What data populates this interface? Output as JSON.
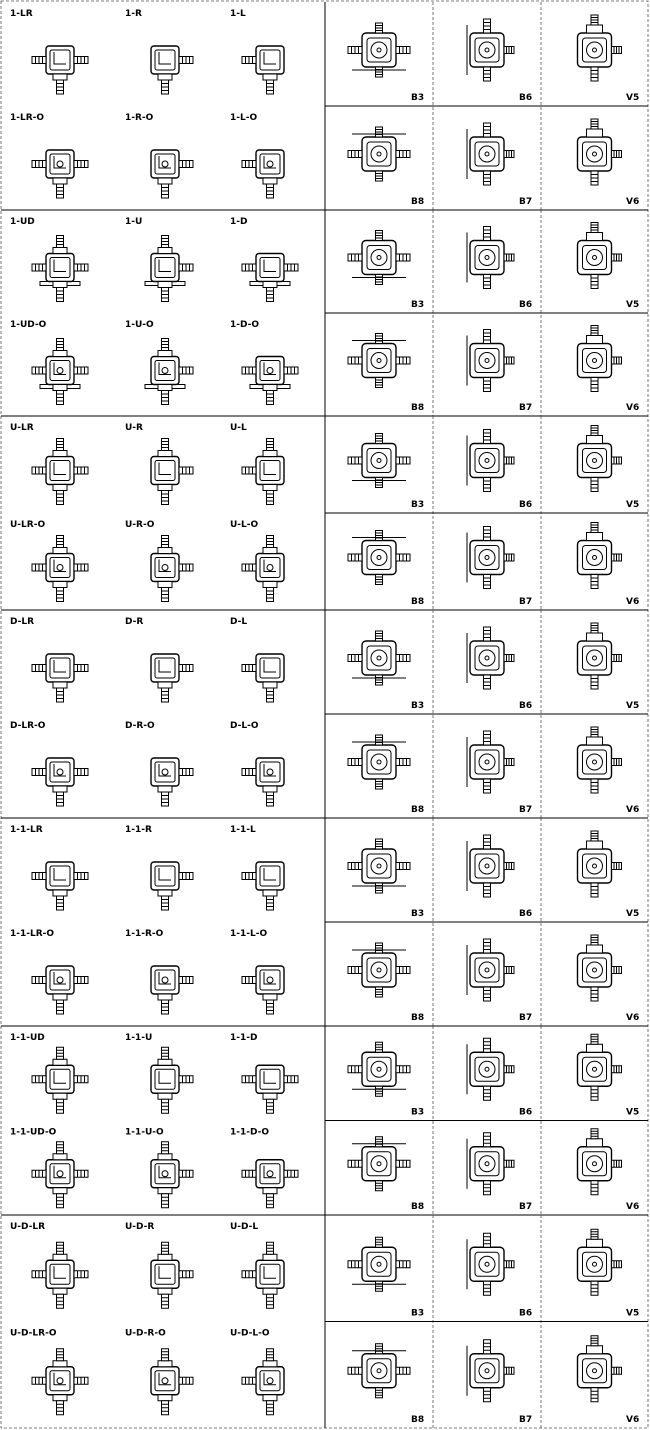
{
  "groups": [
    {
      "configs": [
        "1-LR",
        "1-R",
        "1-L",
        "1-LR-O",
        "1-R-O",
        "1-L-O"
      ],
      "positions": [
        "B3",
        "B6",
        "V5",
        "B8",
        "B7",
        "V6"
      ]
    },
    {
      "configs": [
        "1-UD",
        "1-U",
        "1-D",
        "1-UD-O",
        "1-U-O",
        "1-D-O"
      ],
      "positions": [
        "B3",
        "B6",
        "V5",
        "B8",
        "B7",
        "V6"
      ]
    },
    {
      "configs": [
        "U-LR",
        "U-R",
        "U-L",
        "U-LR-O",
        "U-R-O",
        "U-L-O"
      ],
      "positions": [
        "B3",
        "B6",
        "V5",
        "B8",
        "B7",
        "V6"
      ]
    },
    {
      "configs": [
        "D-LR",
        "D-R",
        "D-L",
        "D-LR-O",
        "D-R-O",
        "D-L-O"
      ],
      "positions": [
        "B3",
        "B6",
        "V5",
        "B8",
        "B7",
        "V6"
      ]
    },
    {
      "configs": [
        "1-1-LR",
        "1-1-R",
        "1-1-L",
        "1-1-LR-O",
        "1-1-R-O",
        "1-1-L-O"
      ],
      "positions": [
        "B3",
        "B6",
        "V5",
        "B8",
        "B7",
        "V6"
      ]
    },
    {
      "configs": [
        "1-1-UD",
        "1-1-U",
        "1-1-D",
        "1-1-UD-O",
        "1-1-U-O",
        "1-1-D-O"
      ],
      "positions": [
        "B3",
        "B6",
        "V5",
        "B8",
        "B7",
        "V6"
      ]
    },
    {
      "configs": [
        "U-D-LR",
        "U-D-R",
        "U-D-L",
        "U-D-LR-O",
        "U-D-R-O",
        "U-D-L-O"
      ],
      "positions": [
        "B3",
        "B6",
        "V5",
        "B8",
        "B7",
        "V6"
      ]
    }
  ]
}
